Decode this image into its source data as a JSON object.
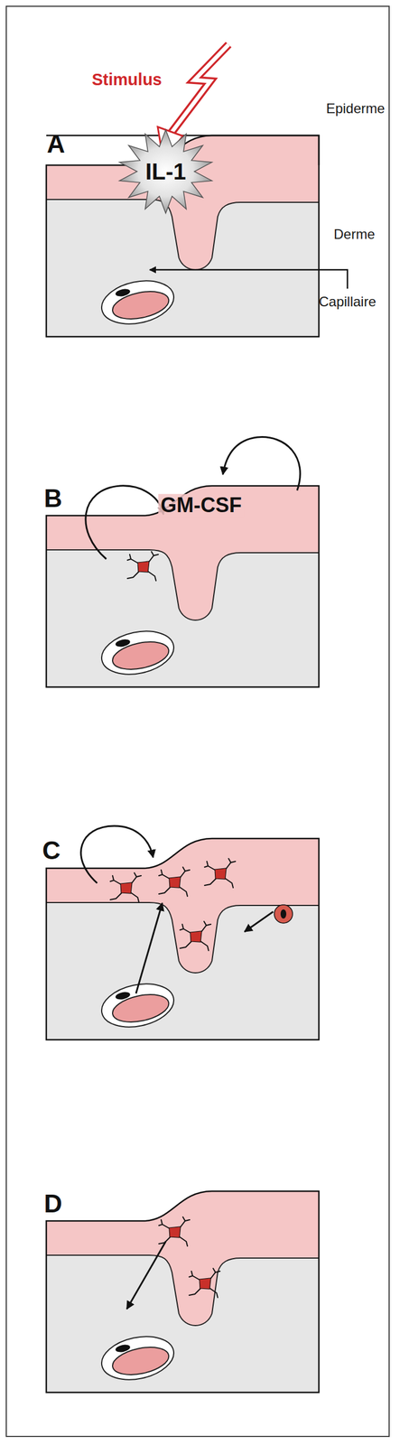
{
  "diagram": {
    "nodes": [
      {
        "text": [
          "IL-1"
        ]
      }
    ],
    "labels": [
      "Stimulus",
      "Epiderme",
      "A",
      "Derme",
      "Capillaire",
      "B",
      "GM-CSF",
      "C",
      "D"
    ]
  }
}
